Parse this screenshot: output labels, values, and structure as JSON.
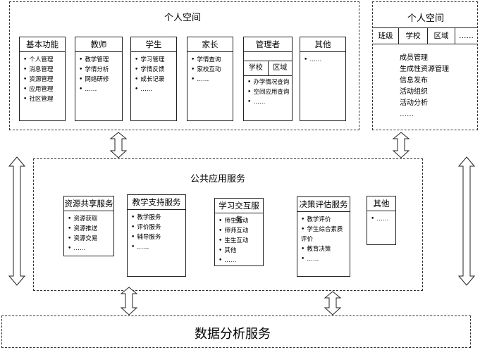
{
  "personal_space": {
    "title": "个人空间",
    "columns": [
      {
        "header": "基本功能",
        "items": [
          "个人管理",
          "消息管理",
          "资源管理",
          "应用管理",
          "社区管理"
        ]
      },
      {
        "header": "教师",
        "items": [
          "教学管理",
          "学情分析",
          "网络研修",
          "……"
        ]
      },
      {
        "header": "学生",
        "items": [
          "学习管理",
          "学情反馈",
          "成长记录",
          "……"
        ]
      },
      {
        "header": "家长",
        "items": [
          "学情查询",
          "家校互动",
          "……"
        ]
      },
      {
        "header": "管理者",
        "tabs": [
          "学校",
          "区域"
        ],
        "items": [
          "办学情况查询",
          "空间应用查询",
          "……"
        ]
      },
      {
        "header": "其他",
        "items": [
          "……"
        ]
      }
    ]
  },
  "org_space": {
    "title": "个人空间",
    "tabs": [
      "班级",
      "学校",
      "区域",
      "……"
    ],
    "items": [
      "成员管理",
      "生成性资源管理",
      "信息发布",
      "活动组织",
      "活动分析",
      "……"
    ]
  },
  "public_services": {
    "title": "公共应用服务",
    "columns": [
      {
        "header": "资源共享服务",
        "items": [
          "资源获取",
          "资源推送",
          "资源交易",
          "……"
        ]
      },
      {
        "header": "教学支持服务",
        "items": [
          "教学服务",
          "评价服务",
          "辅导服务",
          "……"
        ]
      },
      {
        "header": "学习交互服务",
        "items": [
          "师生互动",
          "师师互动",
          "生生互动",
          "其他",
          "……"
        ]
      },
      {
        "header": "决策评估服务",
        "items": [
          "教学评价",
          "学生综合素质评价",
          "教育决策",
          "……"
        ]
      },
      {
        "header": "其他",
        "items": [
          "……"
        ]
      }
    ]
  },
  "data_service": {
    "title": "数据分析服务"
  }
}
